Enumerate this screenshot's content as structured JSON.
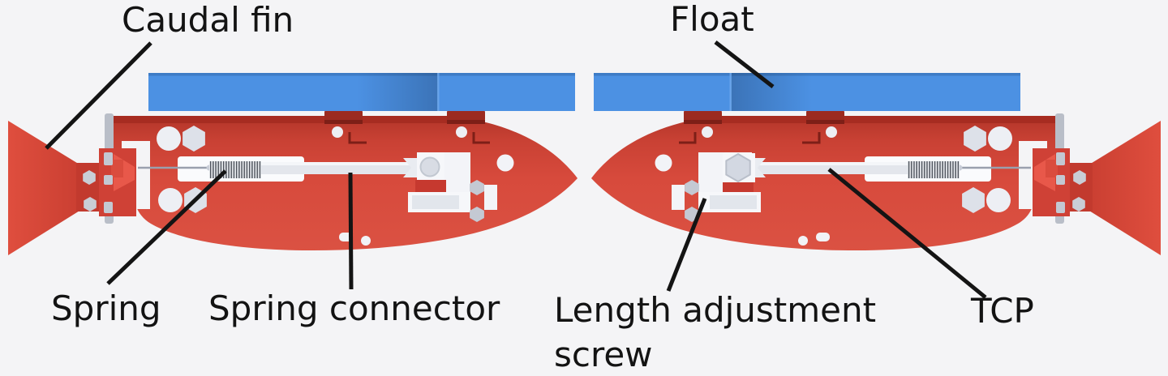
{
  "figure": {
    "type": "annotated-mechanism-diagram",
    "description": "Top view of two mirrored robotic fish mechanisms with callout labels",
    "background_color": "#F4F4F6",
    "colors": {
      "float_blue": "#4C91E3",
      "float_blue_dark_edge": "#3E7CC6",
      "body_red": "#D6493C",
      "fin_red": "#DC4A3A",
      "dark_red_band": "#A52B20",
      "mount_red_dark": "#9C2B20",
      "hardware_white": "#F3F4F8",
      "hardware_silver": "#C4C9D3",
      "spring_coil_dark": "#4F545D",
      "label_text": "#131313",
      "leader_line": "#141414"
    },
    "labels": {
      "caudal_fin": "Caudal fin",
      "float": "Float",
      "spring": "Spring",
      "spring_connector": "Spring connector",
      "length_adjustment_line1": "Length adjustment",
      "length_adjustment_line2": "screw",
      "tcp": "TCP"
    }
  }
}
